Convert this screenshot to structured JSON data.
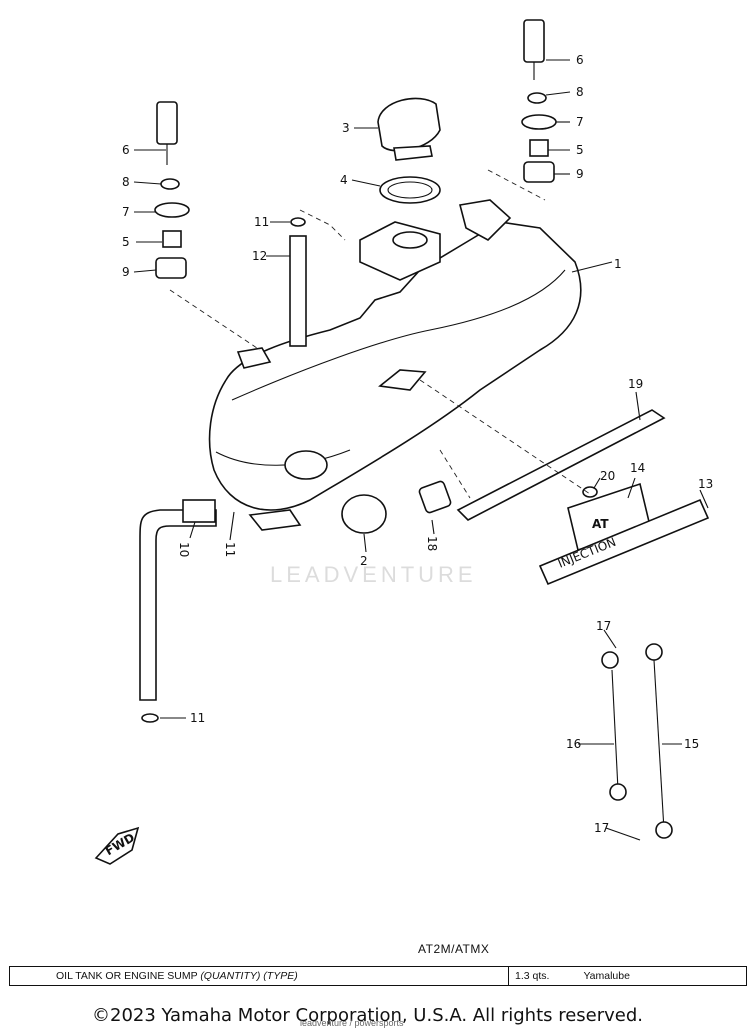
{
  "watermark": "LEADVENTURE",
  "model_code": "AT2M/ATMX",
  "spec": {
    "label_main": "OIL TANK OR ENGINE SUMP ",
    "label_qty": "(QUANTITY) (TYPE)",
    "quantity": "1.3 qts.",
    "type": "Yamalube"
  },
  "copyright": "©2023 Yamaha Motor Corporation, U.S.A. All rights reserved.",
  "footer_url": "leadventure / powersports",
  "fwd_label": "FWD",
  "decals": {
    "emblem": "AT",
    "name": "INJECTION"
  },
  "callouts": {
    "c1": "1",
    "c2": "2",
    "c3": "3",
    "c4": "4",
    "c5a": "5",
    "c5b": "5",
    "c6a": "6",
    "c6b": "6",
    "c7a": "7",
    "c7b": "7",
    "c8a": "8",
    "c8b": "8",
    "c9a": "9",
    "c9b": "9",
    "c10": "10",
    "c11a": "11",
    "c11b": "11",
    "c11c": "11",
    "c12": "12",
    "c13": "13",
    "c14": "14",
    "c15": "15",
    "c16": "16",
    "c17a": "17",
    "c17b": "17",
    "c18": "18",
    "c19": "19",
    "c20": "20"
  }
}
